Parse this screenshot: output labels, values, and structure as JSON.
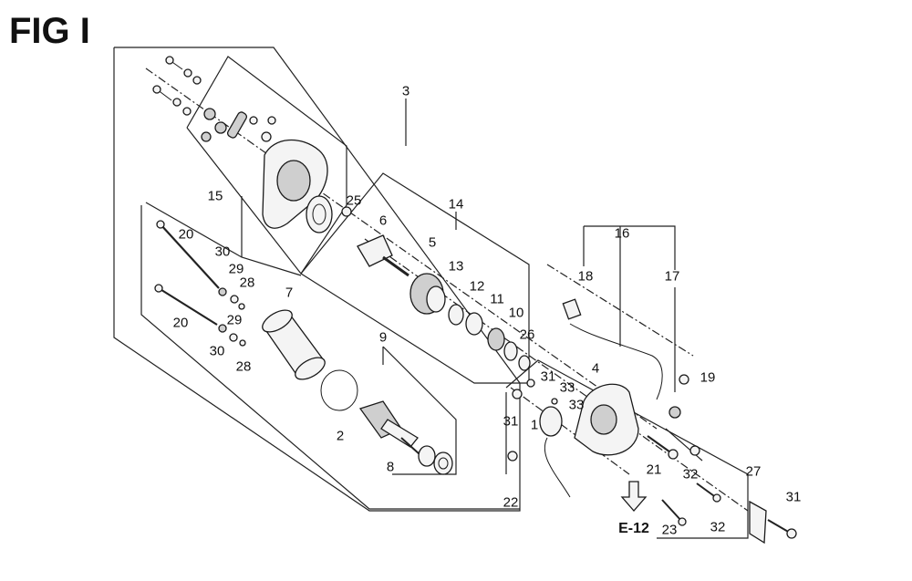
{
  "figure": {
    "title": "FIG I",
    "reference_code": "E-12"
  },
  "part_labels": [
    {
      "id": "p3",
      "text": "3"
    },
    {
      "id": "p15",
      "text": "15"
    },
    {
      "id": "p25",
      "text": "25"
    },
    {
      "id": "p14",
      "text": "14"
    },
    {
      "id": "p6",
      "text": "6"
    },
    {
      "id": "p5",
      "text": "5"
    },
    {
      "id": "p13",
      "text": "13"
    },
    {
      "id": "p12",
      "text": "12"
    },
    {
      "id": "p11",
      "text": "11"
    },
    {
      "id": "p10",
      "text": "10"
    },
    {
      "id": "p26",
      "text": "26"
    },
    {
      "id": "p20a",
      "text": "20"
    },
    {
      "id": "p30a",
      "text": "30"
    },
    {
      "id": "p29a",
      "text": "29"
    },
    {
      "id": "p28a",
      "text": "28"
    },
    {
      "id": "p20b",
      "text": "20"
    },
    {
      "id": "p29b",
      "text": "29"
    },
    {
      "id": "p30b",
      "text": "30"
    },
    {
      "id": "p28b",
      "text": "28"
    },
    {
      "id": "p7",
      "text": "7"
    },
    {
      "id": "p9",
      "text": "9"
    },
    {
      "id": "p2",
      "text": "2"
    },
    {
      "id": "p8",
      "text": "8"
    },
    {
      "id": "p16",
      "text": "16"
    },
    {
      "id": "p18",
      "text": "18"
    },
    {
      "id": "p17",
      "text": "17"
    },
    {
      "id": "p19",
      "text": "19"
    },
    {
      "id": "p4",
      "text": "4"
    },
    {
      "id": "p31a",
      "text": "31"
    },
    {
      "id": "p33a",
      "text": "33"
    },
    {
      "id": "p33b",
      "text": "33"
    },
    {
      "id": "p1",
      "text": "1"
    },
    {
      "id": "p31b",
      "text": "31"
    },
    {
      "id": "p22",
      "text": "22"
    },
    {
      "id": "p21",
      "text": "21"
    },
    {
      "id": "p32a",
      "text": "32"
    },
    {
      "id": "p23",
      "text": "23"
    },
    {
      "id": "p32b",
      "text": "32"
    },
    {
      "id": "p27",
      "text": "27"
    },
    {
      "id": "p31c",
      "text": "31"
    }
  ]
}
